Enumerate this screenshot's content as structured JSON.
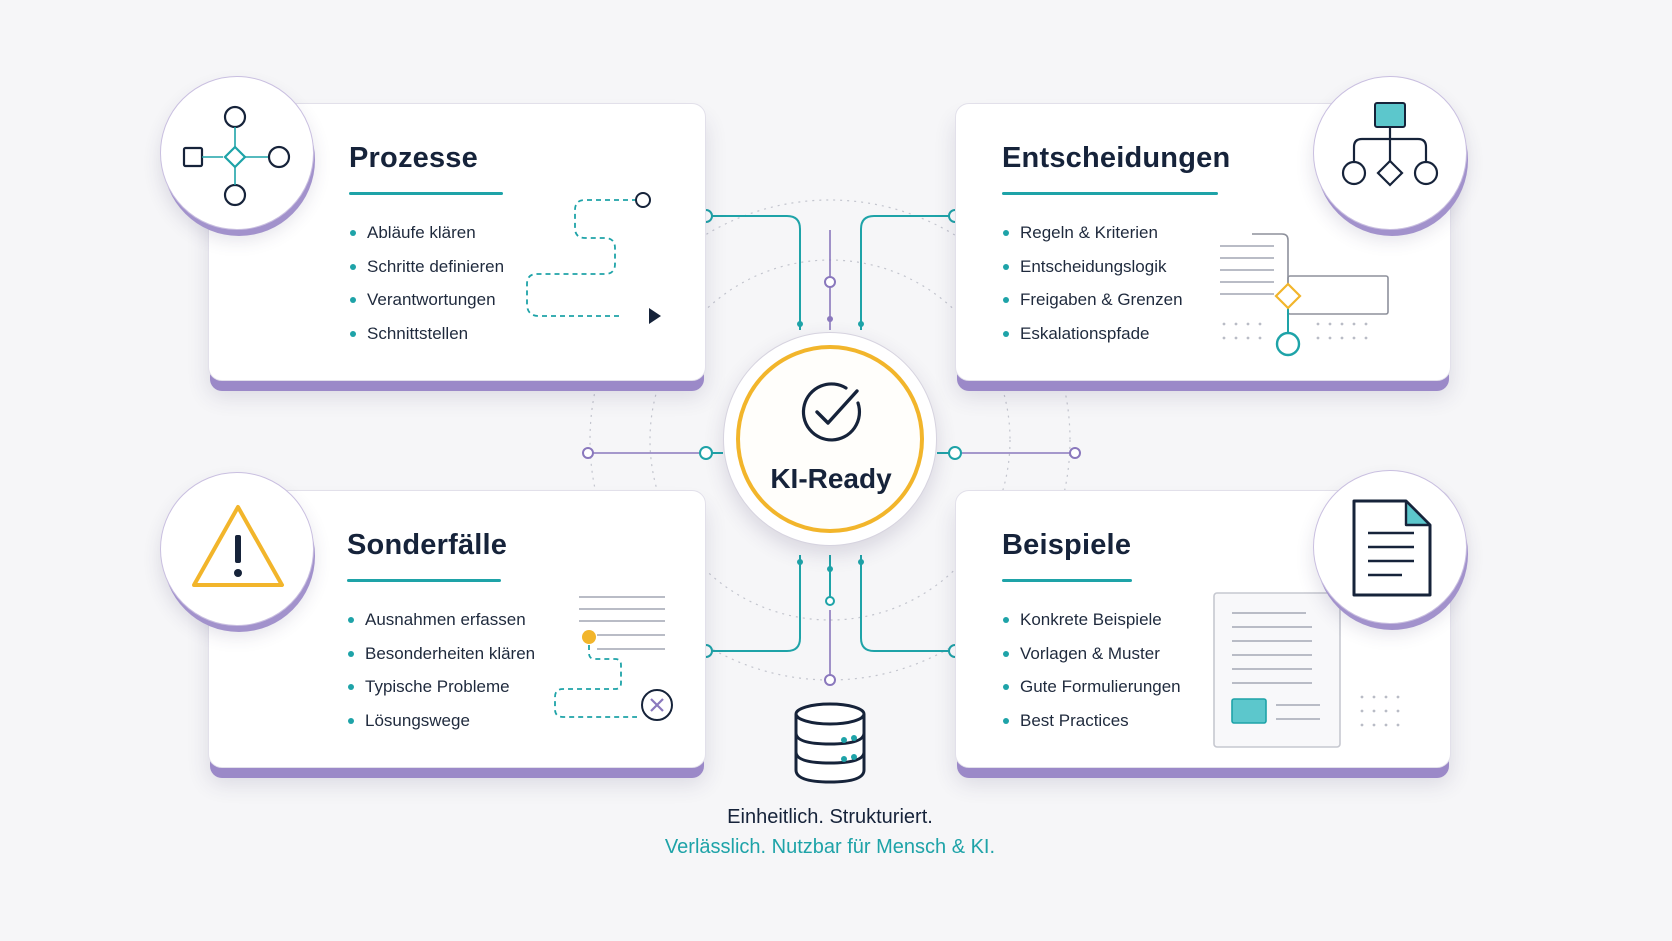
{
  "colors": {
    "background": "#f6f6f8",
    "ink": "#16233a",
    "teal": "#1ea3a8",
    "purple": "#8a78bd",
    "gold": "#f2b52b",
    "gray_line": "#b9bcc6"
  },
  "hub": {
    "label": "KI-Ready",
    "icon": "checkmark-icon"
  },
  "cards": {
    "processes": {
      "title": "Prozesse",
      "icon": "process-flow-icon",
      "items": [
        "Abläufe klären",
        "Schritte definieren",
        "Verantwortungen",
        "Schnittstellen"
      ]
    },
    "decisions": {
      "title": "Entscheidungen",
      "icon": "decision-tree-icon",
      "items": [
        "Regeln & Kriterien",
        "Entscheidungslogik",
        "Freigaben & Grenzen",
        "Eskalationspfade"
      ]
    },
    "special_cases": {
      "title": "Sonderfälle",
      "icon": "warning-icon",
      "items": [
        "Ausnahmen erfassen",
        "Besonderheiten klären",
        "Typische Probleme",
        "Lösungswege"
      ]
    },
    "examples": {
      "title": "Beispiele",
      "icon": "document-icon",
      "items": [
        "Konkrete Beispiele",
        "Vorlagen & Muster",
        "Gute Formulierungen",
        "Best Practices"
      ]
    }
  },
  "footer": {
    "line1": "Einheitlich. Strukturiert.",
    "line2": "Verlässlich. Nutzbar für Mensch & KI.",
    "icon": "database-icon"
  }
}
